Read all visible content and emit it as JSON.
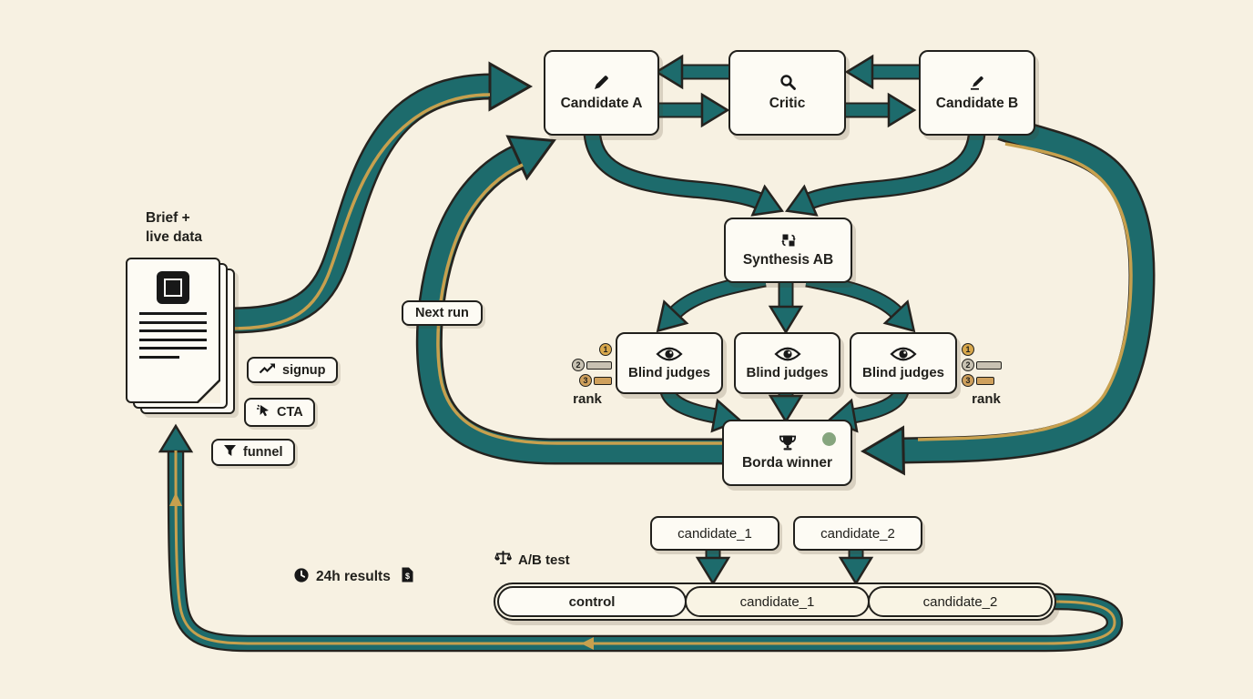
{
  "colors": {
    "background": "#f7f1e2",
    "teal": "#1d6b6c",
    "gold": "#c7a04e",
    "ink": "#21201c",
    "box_bg": "#fdfbf4",
    "green_dot": "#86a57e"
  },
  "doc": {
    "title_line1": "Brief +",
    "title_line2": "live data"
  },
  "tags": {
    "signup": "signup",
    "cta": "CTA",
    "funnel": "funnel"
  },
  "loop": {
    "next_run": "Next run"
  },
  "nodes": {
    "candidate_a": {
      "label": "Candidate A"
    },
    "critic": {
      "label": "Critic"
    },
    "candidate_b": {
      "label": "Candidate B"
    },
    "synthesis": {
      "label": "Synthesis AB"
    },
    "judges": {
      "label": "Blind judges"
    },
    "borda": {
      "label": "Borda winner"
    }
  },
  "rank": {
    "label": "rank",
    "items": [
      "1",
      "2",
      "3"
    ]
  },
  "ab": {
    "test_label": "A/B test",
    "candidate_1": "candidate_1",
    "candidate_2": "candidate_2",
    "segments": [
      "control",
      "candidate_1",
      "candidate_2"
    ]
  },
  "results": {
    "label": "24h results",
    "currency": "$"
  },
  "icons": {
    "candidate_a": "pencil-icon",
    "critic": "search-icon",
    "candidate_b": "pencil-edit-icon",
    "synthesis": "swap-sync-icon",
    "judges": "eye-icon",
    "borda": "trophy-icon",
    "brief_doc": "chip-document-icon",
    "signup": "trend-up-icon",
    "cta": "cursor-click-icon",
    "funnel": "funnel-icon",
    "ab_test": "scales-icon",
    "results": "clock-icon",
    "revenue": "dollar-document-icon"
  }
}
